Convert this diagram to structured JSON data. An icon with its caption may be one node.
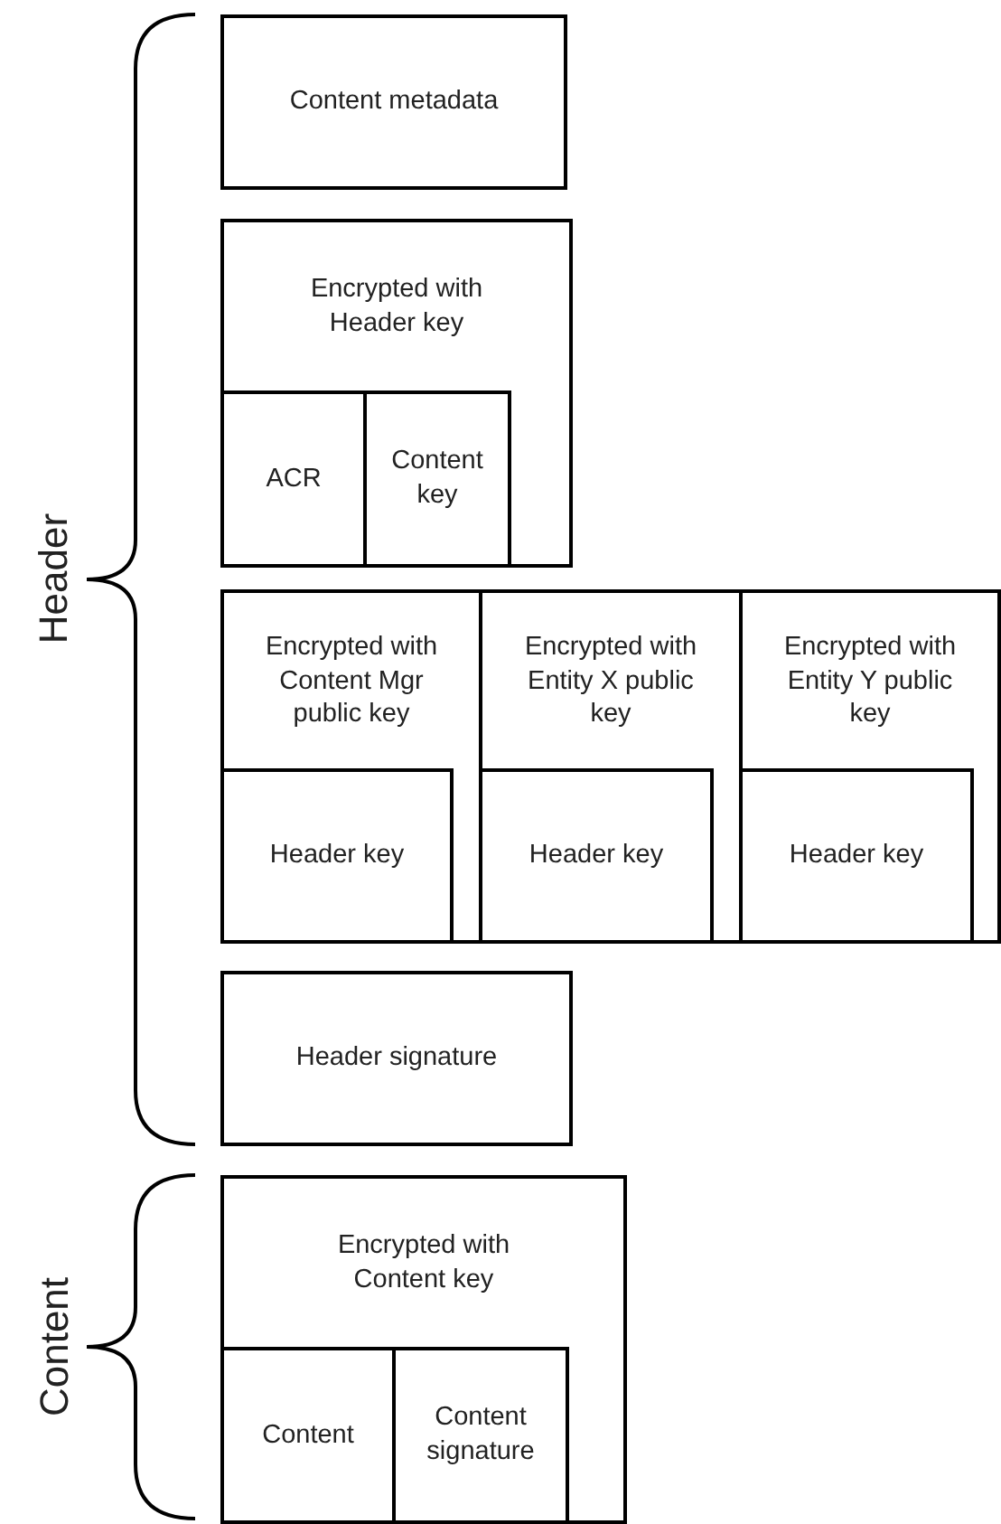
{
  "diagram": {
    "nodes": [
      {
        "text": [
          "Content metadata"
        ]
      },
      {
        "text": [
          "Encrypted with Header key"
        ]
      },
      {
        "text": [
          "ACR"
        ],
        "in": 1
      },
      {
        "text": [
          "Content key"
        ],
        "in": 1
      },
      {
        "text": [
          "Encrypted with Content Mgr public key"
        ]
      },
      {
        "text": [
          "Header key"
        ],
        "in": 4
      },
      {
        "text": [
          "Encrypted with Entity X public key"
        ]
      },
      {
        "text": [
          "Header key"
        ],
        "in": 6
      },
      {
        "text": [
          "Encrypted with Entity Y public key"
        ]
      },
      {
        "text": [
          "Header key"
        ],
        "in": 8
      },
      {
        "text": [
          "Header signature"
        ]
      },
      {
        "text": [
          "Encrypted with Content key"
        ]
      },
      {
        "text": [
          "Content"
        ],
        "in": 11
      },
      {
        "text": [
          "Content signature"
        ],
        "in": 11
      }
    ],
    "labels": [
      "Header",
      "Content"
    ]
  }
}
